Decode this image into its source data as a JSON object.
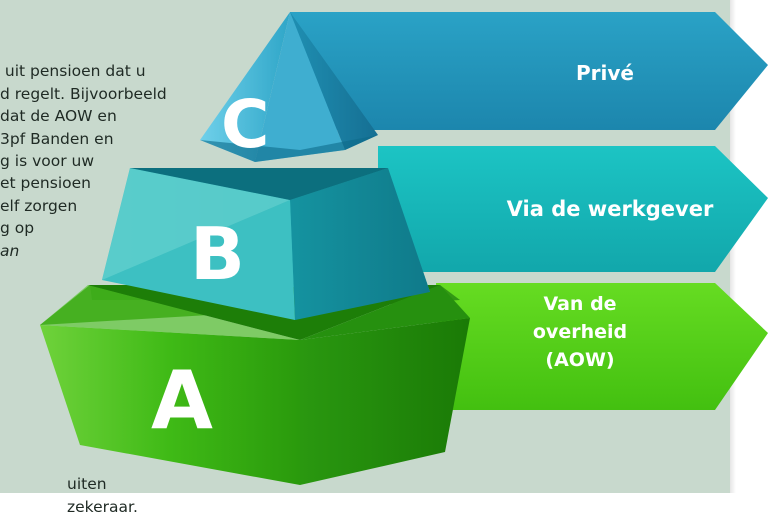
{
  "body_text_top": [
    " uit pensioen dat u",
    "d regelt. Bijvoorbeeld",
    "dat de AOW en",
    "3pf Banden en",
    "g is voor uw",
    "et pensioen",
    "elf zorgen",
    "g op",
    "an"
  ],
  "body_text_bottom": [
    "uiten",
    "zekeraar."
  ],
  "pyramid": {
    "tier_c": {
      "letter": "C",
      "label": "Privé"
    },
    "tier_b": {
      "letter": "B",
      "label": "Via de werkgever"
    },
    "tier_a": {
      "letter": "A",
      "label": "Van de\noverheid\n(AOW)"
    }
  },
  "colors": {
    "panel": "#c8d9cd",
    "tier_c_arrow": "#2093b8",
    "tier_b_arrow": "#17b5b7",
    "tier_a_arrow": "#55d11c"
  }
}
